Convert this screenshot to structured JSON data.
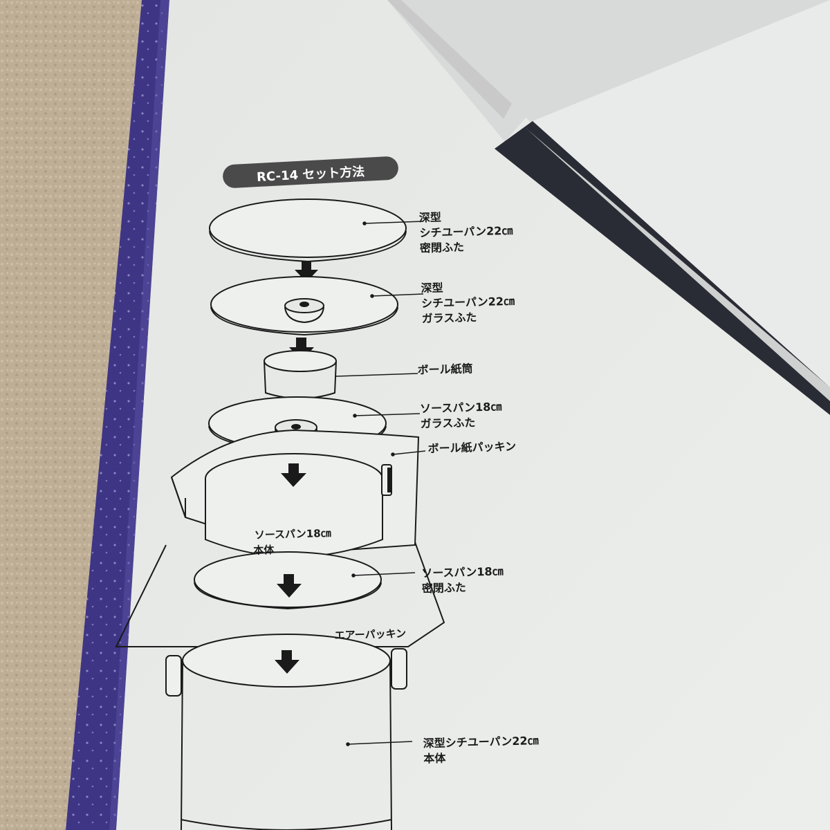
{
  "colors": {
    "carpet": "#bfae96",
    "box_edge": "#3e3585",
    "card": "#e6e8e6",
    "flap": "#dcdedd",
    "ink": "#1a1a1a",
    "title_badge": "#4a4a4a"
  },
  "heading": "RC-14 セット方法",
  "parts": [
    {
      "lines": [
        "深型",
        "シチユーパン22㎝",
        "密閉ふた"
      ]
    },
    {
      "lines": [
        "深型",
        "シチユーパン22㎝",
        "ガラスふた"
      ]
    },
    {
      "lines": [
        "ボール紙筒"
      ]
    },
    {
      "lines": [
        "ソースパン18㎝",
        "ガラスふた"
      ]
    },
    {
      "lines": [
        "ボール紙パッキン"
      ]
    },
    {
      "lines": [
        "ソースパン18㎝",
        "本体"
      ]
    },
    {
      "lines": [
        "ソースパン18㎝",
        "密閉ふた"
      ]
    },
    {
      "lines": [
        "エアーパッキン"
      ]
    },
    {
      "lines": [
        "深型シチユーパン22㎝",
        "本体"
      ]
    }
  ]
}
